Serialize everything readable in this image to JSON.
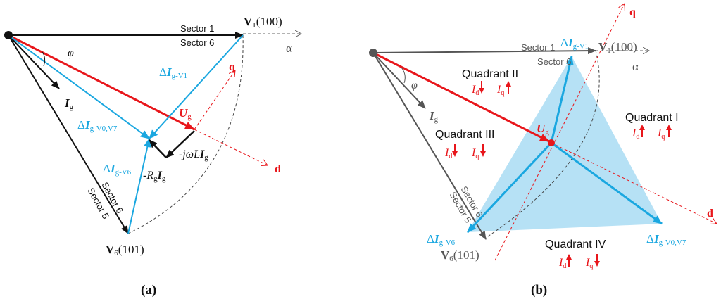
{
  "colors": {
    "black": "#111111",
    "gray": "#555555",
    "blue": "#1aa7e0",
    "red": "#e8161b",
    "triangle_fill": "#a9dcf3",
    "dashed": "#444444"
  },
  "panel_a": {
    "caption": "(a)",
    "sector1": "Sector 1",
    "sector6_top": "Sector 6",
    "sector6_diag": "Sector 6",
    "sector5": "Sector 5",
    "alpha": "α",
    "phi": "φ",
    "v1_main": "V",
    "v1_sub": "1",
    "v1_code": "(100)",
    "v6_main": "V",
    "v6_sub": "6",
    "v6_code": "(101)",
    "ig_main": "I",
    "ig_sub": "g",
    "ug_main": "U",
    "ug_sub": "g",
    "q": "q",
    "d": "d",
    "dig_v1_delta": "Δ",
    "dig_v1_main": "I",
    "dig_v1_sub": "g-V1",
    "dig_v07_delta": "Δ",
    "dig_v07_main": "I",
    "dig_v07_sub": "g-V0,V7",
    "dig_v6_delta": "Δ",
    "dig_v6_main": "I",
    "dig_v6_sub": "g-V6",
    "jwl_prefix": "-jω",
    "jwl_l": "L",
    "jwl_i": "I",
    "jwl_sub": "g",
    "rg_prefix": "-",
    "rg_r": "R",
    "rg_rsub": "g",
    "rg_i": "I",
    "rg_isub": "g"
  },
  "panel_b": {
    "caption": "(b)",
    "sector1": "Sector 1",
    "sector6_top": "Sector 6",
    "sector6_diag": "Sector 6",
    "sector5": "Sector 5",
    "alpha": "α",
    "phi": "φ",
    "v1_main": "V",
    "v1_sub": "1",
    "v1_code": "(100)",
    "v6_main": "V",
    "v6_sub": "6",
    "v6_code": "(101)",
    "ig_main": "I",
    "ig_sub": "g",
    "ug_main": "U",
    "ug_sub": "g",
    "q": "q",
    "d": "d",
    "dig_v1_delta": "Δ",
    "dig_v1_main": "I",
    "dig_v1_sub": "g-V1",
    "dig_v07_delta": "Δ",
    "dig_v07_main": "I",
    "dig_v07_sub": "g-V0,V7",
    "dig_v6_delta": "Δ",
    "dig_v6_main": "I",
    "dig_v6_sub": "g-V6",
    "quadrants": [
      {
        "name": "Quadrant I",
        "id_main": "I",
        "id_sub": "d",
        "id_dir": "up",
        "iq_main": "I",
        "iq_sub": "q",
        "iq_dir": "up"
      },
      {
        "name": "Quadrant II",
        "id_main": "I",
        "id_sub": "d",
        "id_dir": "down",
        "iq_main": "I",
        "iq_sub": "q",
        "iq_dir": "up"
      },
      {
        "name": "Quadrant III",
        "id_main": "I",
        "id_sub": "d",
        "id_dir": "down",
        "iq_main": "I",
        "iq_sub": "q",
        "iq_dir": "down"
      },
      {
        "name": "Quadrant IV",
        "id_main": "I",
        "id_sub": "d",
        "id_dir": "up",
        "iq_main": "I",
        "iq_sub": "q",
        "iq_dir": "down"
      }
    ]
  }
}
